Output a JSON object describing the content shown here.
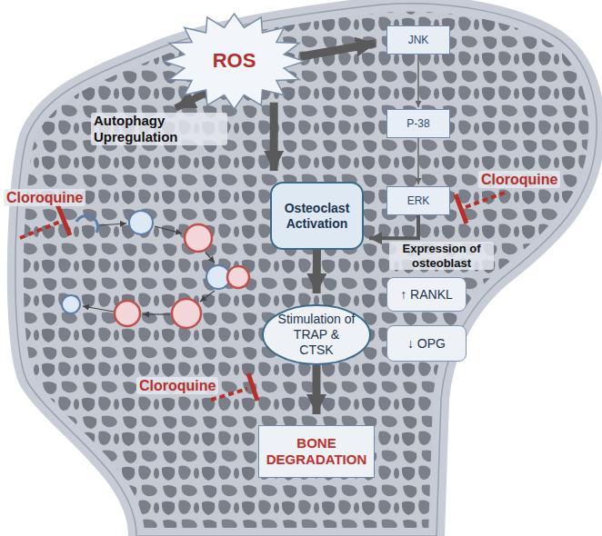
{
  "diagram": {
    "nodes": [
      {
        "text": [
          "ROS"
        ]
      },
      {
        "text": [
          "JNK"
        ]
      },
      {
        "text": [
          "P-38"
        ]
      },
      {
        "text": [
          "ERK"
        ]
      },
      {
        "text": [
          "Osteoclast Activation"
        ]
      },
      {
        "text": [
          "Stimulation of TRAP & CTSK"
        ]
      },
      {
        "text": [
          "BONE DEGRADATION"
        ]
      },
      {
        "text": [
          "↑ RANKL"
        ]
      },
      {
        "text": [
          "↓ OPG"
        ]
      }
    ],
    "edges": [
      {
        "from": 0,
        "to": 1,
        "arrow": "to"
      },
      {
        "from": 1,
        "to": 2,
        "arrow": "to"
      },
      {
        "from": 2,
        "to": 3,
        "arrow": "to"
      },
      {
        "from": 0,
        "to": 4,
        "arrow": "to"
      },
      {
        "from": 3,
        "to": 4,
        "arrow": "to"
      },
      {
        "from": 4,
        "to": 5,
        "arrow": "to"
      },
      {
        "from": 5,
        "to": 6,
        "arrow": "to"
      }
    ],
    "labels": [
      "Autophagy Upregulation",
      "Expression of osteoblast",
      "Cloroquine",
      "Cloroquine",
      "Cloroquine"
    ]
  }
}
